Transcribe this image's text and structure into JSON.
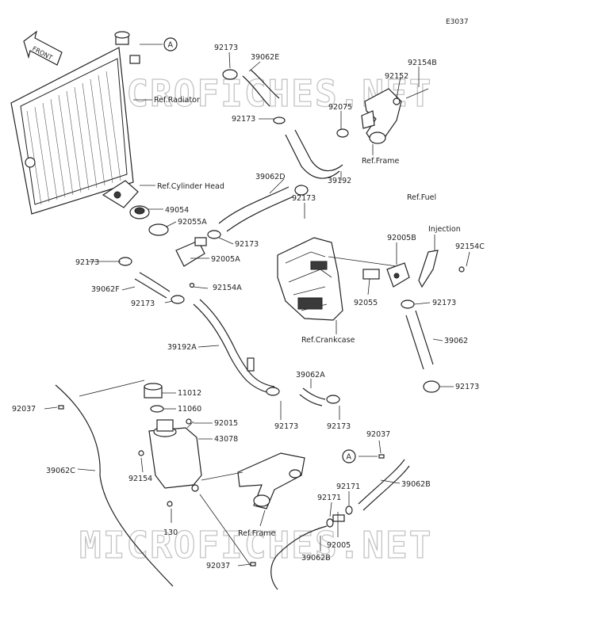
{
  "diagram_code": "E3037",
  "front_label": "FRONT",
  "watermark": "MICROFICHES.NET",
  "callouts": [
    "A",
    "92173",
    "39062E",
    "92154B",
    "92152",
    "Ref.Radiator",
    "92075",
    "92173",
    "Ref.Frame",
    "39062D",
    "39192",
    "Ref.Cylinder Head",
    "49054",
    "92055A",
    "92173",
    "Ref.Fuel",
    "Injection",
    "92005B",
    "92154C",
    "92173",
    "92005A",
    "39062F",
    "92154A",
    "92173",
    "92055",
    "92173",
    "39192A",
    "Ref.Crankcase",
    "39062",
    "39062A",
    "92173",
    "11012",
    "92037",
    "11060",
    "92015",
    "92173",
    "92173",
    "43078",
    "92037",
    "39062C",
    "92154",
    "A",
    "39062B",
    "92171",
    "92171",
    "130",
    "Ref.Frame",
    "92005",
    "92037",
    "39062B"
  ]
}
